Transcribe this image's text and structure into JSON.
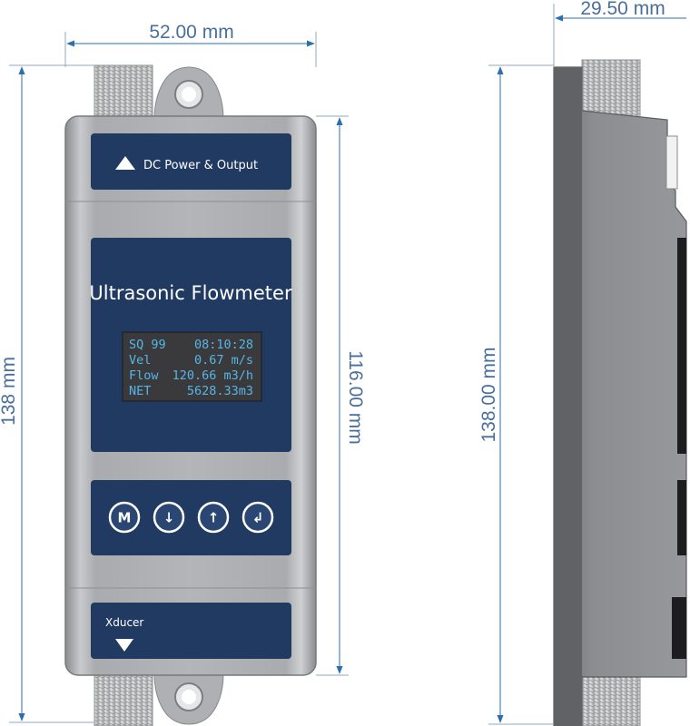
{
  "front": {
    "top_panel_label": "DC Power & Output",
    "brand": "Ultrasonic Flowmeter",
    "lcd_lines": [
      {
        "left": "SQ 99",
        "right": "08:10:28"
      },
      {
        "left": "Vel",
        "right": "0.67 m/s"
      },
      {
        "left": "Flow",
        "right": "120.66 m3/h"
      },
      {
        "left": "NET",
        "right": "5628.33m3"
      }
    ],
    "buttons": [
      {
        "name": "menu",
        "glyph": "M"
      },
      {
        "name": "down",
        "glyph": "↓"
      },
      {
        "name": "up",
        "glyph": "↑"
      },
      {
        "name": "enter",
        "glyph": "↲"
      }
    ],
    "bottom_panel_label": "Xducer"
  },
  "dimensions": {
    "front_width": "52.00 mm",
    "front_height": "138 mm",
    "panel_height": "116.00 mm",
    "side_width": "29.50 mm",
    "side_height": "138.00 mm"
  },
  "colors": {
    "panel": "#213a62",
    "housing": "#9ea0a3",
    "dimension_line": "#4a6f9c",
    "lcd_text": "#54b6ea"
  }
}
